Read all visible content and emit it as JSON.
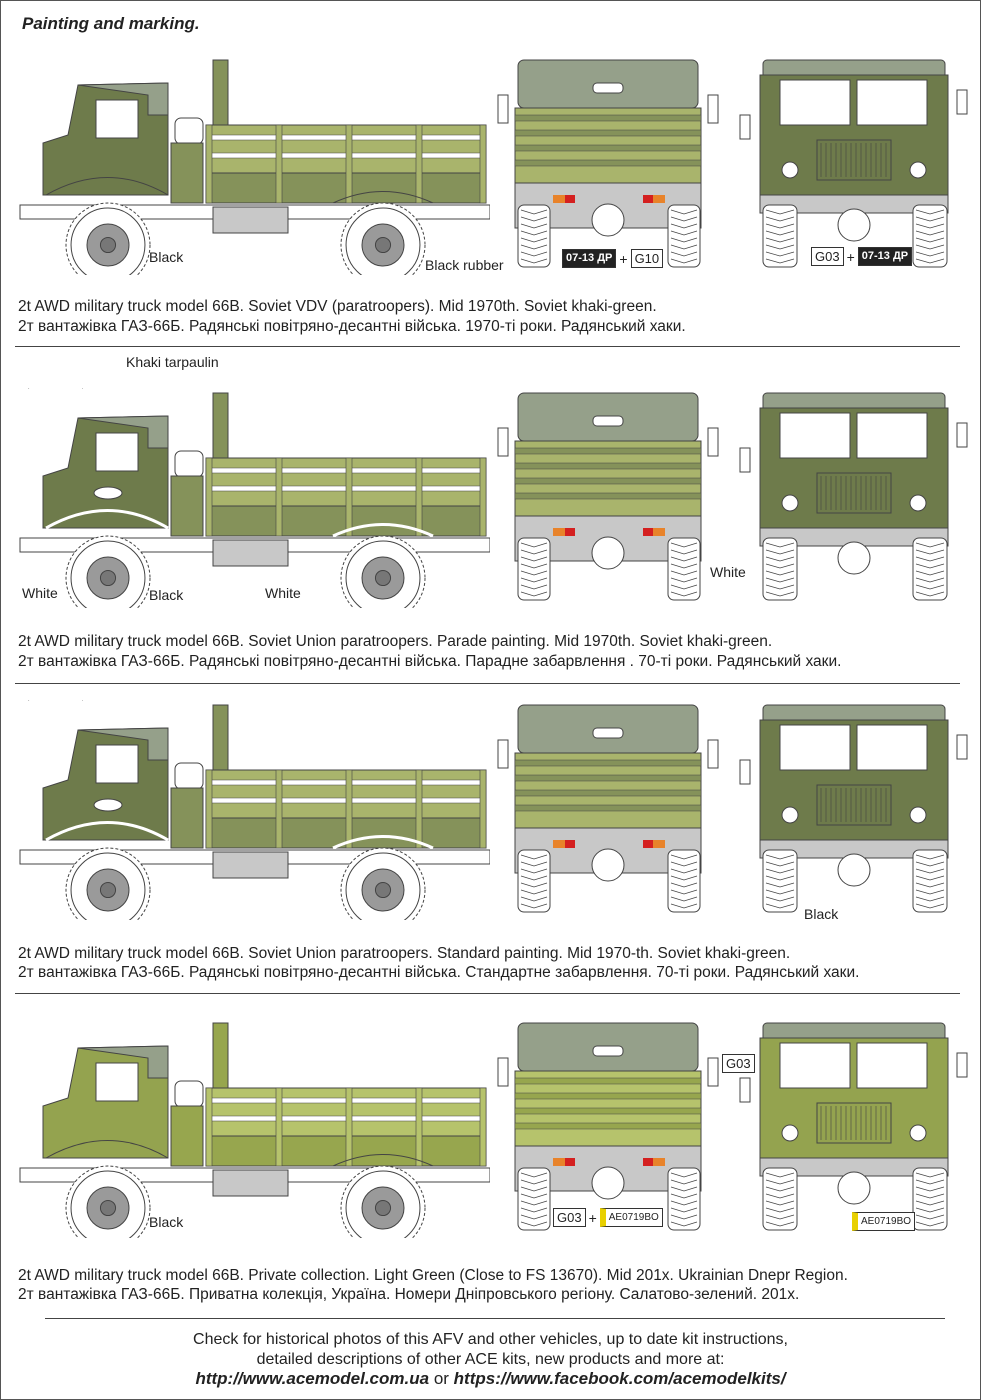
{
  "title": "Painting and marking.",
  "colors": {
    "khaki_cab": "#6e7b4b",
    "khaki_cargo": "#a9b46c",
    "khaki_lower": "#85925a",
    "tarp": "#95a08a",
    "light_cab": "#94a34f",
    "light_cargo": "#b6c36c",
    "light_lower": "#97a64e",
    "grey": "#c8c8c8",
    "outline": "#444"
  },
  "sections": [
    {
      "scheme": "khaki",
      "caption_en": "2t AWD military truck model 66B. Soviet VDV (paratroopers). Mid 1970th. Soviet khaki-green.",
      "caption_ua": "2т вантажівка ГАЗ-66Б. Радянські повітряно-десантні війська. 1970-ті роки. Радянський хаки.",
      "labels": {
        "black": "Black",
        "black_rubber": "Black rubber"
      },
      "rear_plates": {
        "plate": "07-13 ДР",
        "plus": "+",
        "code": "G10"
      },
      "front_plates": {
        "code": "G03",
        "plus": "+",
        "plate": "07-13 ДР"
      }
    },
    {
      "scheme": "khaki",
      "caption_en": "2t AWD military truck model 66B. Soviet Union paratroopers. Parade painting. Mid 1970th. Soviet khaki-green.",
      "caption_ua": "2т вантажівка ГАЗ-66Б. Радянські повітряно-десантні війська. Парадне забарвлення . 70-ті роки. Радянський хаки.",
      "labels": {
        "tarpaulin": "Khaki tarpaulin",
        "white1": "White",
        "black": "Black",
        "white2": "White",
        "white3": "White"
      }
    },
    {
      "scheme": "khaki",
      "caption_en": "2t AWD military truck model 66B. Soviet Union paratroopers. Standard painting. Mid 1970-th. Soviet khaki-green.",
      "caption_ua": "2т вантажівка ГАЗ-66Б. Радянські повітряно-десантні війська. Стандартне забарвлення. 70-ті роки. Радянський хаки.",
      "labels": {
        "black": "Black"
      }
    },
    {
      "scheme": "light",
      "caption_en": "2t AWD military truck model 66B. Private collection. Light Green (Close to FS 13670). Mid 201x. Ukrainian Dnepr Region.",
      "caption_ua": "2т вантажівка ГАЗ-66Б. Приватна колекція, Україна. Номери Дніпровського регіону. Салатово-зелений. 201х.",
      "labels": {
        "black": "Black",
        "g03": "G03"
      },
      "rear_plates": {
        "code": "G03",
        "plus": "+",
        "plate": "AE0719BO"
      },
      "front_plates": {
        "plate": "AE0719BO"
      }
    }
  ],
  "footer": {
    "line1": "Check for historical photos of this AFV and  other vehicles, up to date kit instructions,",
    "line2": "detailed descriptions of other ACE kits, new products and more at:",
    "link1": "http://www.acemodel.com.ua",
    "or": "or",
    "link2": "https://www.facebook.com/acemodelkits/"
  }
}
